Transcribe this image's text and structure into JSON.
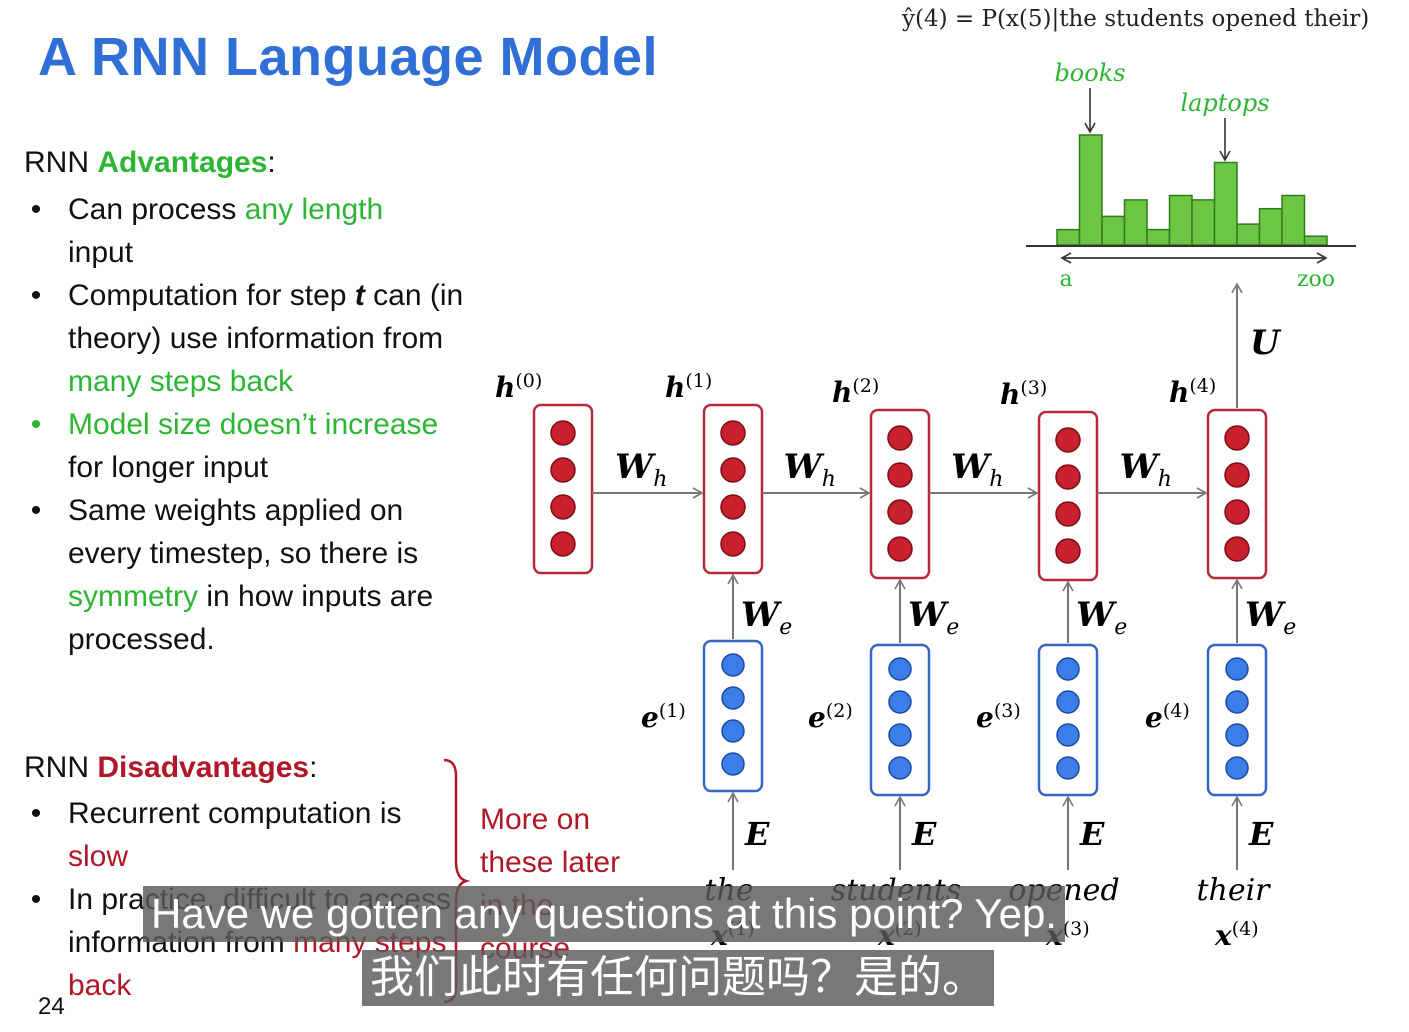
{
  "slide": {
    "title": "A RNN Language Model",
    "page_number": "24",
    "formula": "ŷ(4) = P(x(5)|the students opened their)"
  },
  "advantages": {
    "heading_prefix": "RNN ",
    "heading_word": "Advantages",
    "heading_suffix": ":",
    "b1_a": "Can process ",
    "b1_b": "any length",
    "b1_c": "input",
    "b2_a": "Computation for step ",
    "b2_b": "t",
    "b2_c": "can (in theory) use information from ",
    "b2_d": "many steps back",
    "b3_a": "Model size doesn’t increase",
    "b3_b": " for longer input",
    "b4_a": "Same weights applied on every timestep, so there is ",
    "b4_b": "symmetry",
    "b4_c": " in how inputs are processed."
  },
  "disadvantages": {
    "heading_prefix": "RNN ",
    "heading_word": "Disadvantages",
    "heading_suffix": ":",
    "b1_a": "Recurrent computation is ",
    "b1_b": "slow",
    "b2_a": "In practice, difficult to access information from ",
    "b2_b": "many steps back"
  },
  "note": "More on these later in the course",
  "subtitles": {
    "en": "Have we gotten any questions at this point? Yep.",
    "zh": "我们此时有任何问题吗？是的。"
  },
  "histogram": {
    "label_books": "books",
    "label_laptops": "laptops",
    "axis_start": "a",
    "axis_end": "zoo",
    "bars": [
      0.14,
      1.0,
      0.26,
      0.41,
      0.14,
      0.45,
      0.41,
      0.75,
      0.19,
      0.33,
      0.45,
      0.08
    ]
  },
  "diagram": {
    "output_matrix": "U",
    "recurrent_matrix": "W",
    "recurrent_sub": "h",
    "input_matrix": "W",
    "input_sub": "e",
    "embedding_matrix": "E",
    "hidden_label": "h",
    "embed_label": "e",
    "input_label": "x",
    "hidden_steps": [
      "(0)",
      "(1)",
      "(2)",
      "(3)",
      "(4)"
    ],
    "embed_steps": [
      "(1)",
      "(2)",
      "(3)",
      "(4)"
    ],
    "words": [
      "the",
      "students",
      "opened",
      "their"
    ],
    "colors": {
      "hidden": "#c8202d",
      "embed": "#3b7ee8",
      "bars": "#6cc644",
      "accent_green": "#2db534",
      "accent_red": "#b0182a"
    }
  }
}
